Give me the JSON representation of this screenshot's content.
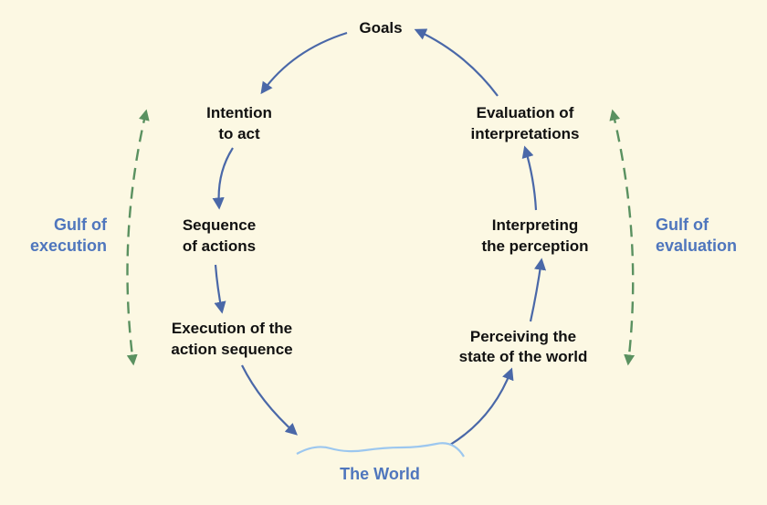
{
  "nodes": {
    "goals": [
      "Goals"
    ],
    "intention": [
      "Intention",
      "to act"
    ],
    "sequence": [
      "Sequence",
      "of actions"
    ],
    "execution": [
      "Execution of the",
      "action sequence"
    ],
    "evaluation": [
      "Evaluation of",
      "interpretations"
    ],
    "interpreting": [
      "Interpreting",
      "the perception"
    ],
    "perceiving": [
      "Perceiving the",
      "state of the world"
    ]
  },
  "gulfs": {
    "execution": [
      "Gulf of",
      "execution"
    ],
    "evaluation": [
      "Gulf of",
      "evaluation"
    ]
  },
  "world": "The World",
  "colors": {
    "background": "#fcf8e3",
    "arrow": "#4a68a8",
    "gulf_arrow": "#5a9160",
    "label_blue": "#4f76bd",
    "wave": "#9cc7ef"
  }
}
